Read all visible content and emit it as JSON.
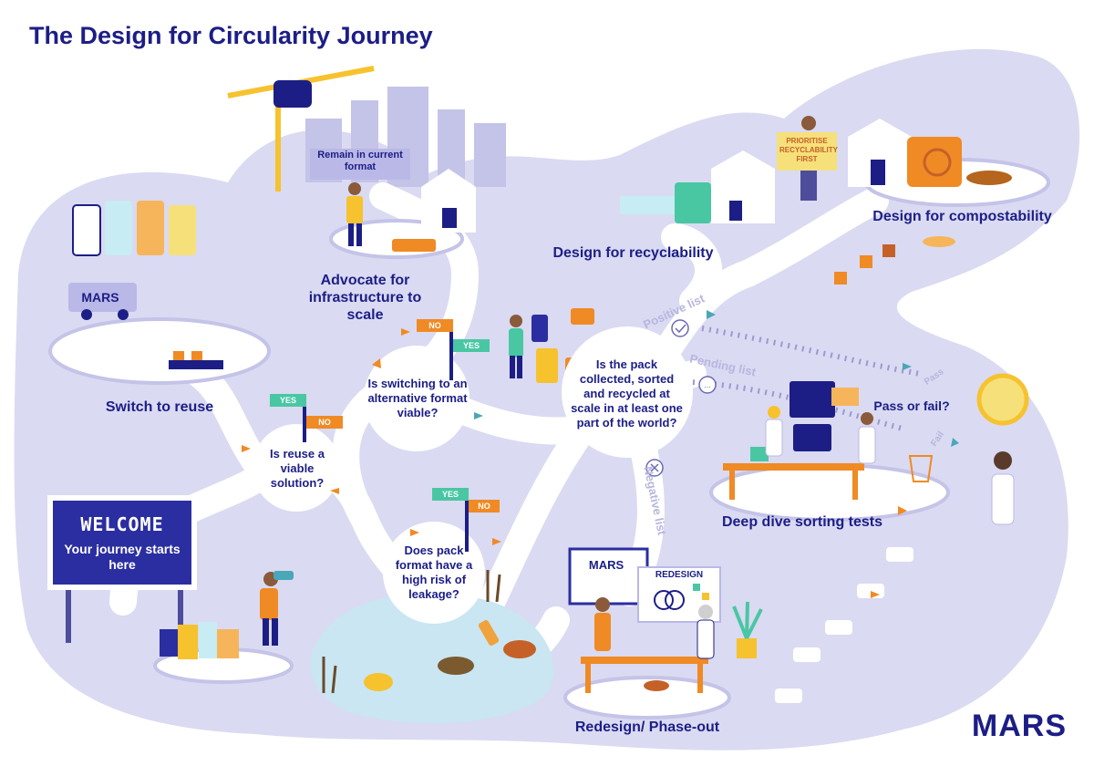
{
  "title": "The Design for Circularity Journey",
  "welcome": {
    "heading": "WELCOME",
    "subtitle": "Your journey starts here"
  },
  "stations": {
    "switch_to_reuse": "Switch to reuse",
    "advocate": "Advocate for infrastructure to scale",
    "remain": "Remain in current format",
    "design_recyclability": "Design for recyclability",
    "design_compostability": "Design for compostability",
    "deep_dive": "Deep dive sorting tests",
    "redesign_phaseout": "Redesign/ Phase-out"
  },
  "questions": {
    "reuse_viable": "Is reuse a viable solution?",
    "switching_viable": "Is switching to an alternative format viable?",
    "leakage": "Does pack format have a high risk of leakage?",
    "collected": "Is the pack collected, sorted and recycled at scale in at least one part of the world?",
    "pass_fail": "Pass or fail?"
  },
  "path_labels": {
    "positive": "Positive list",
    "pending": "Pending list",
    "negative": "Negative list",
    "pass": "Pass",
    "fail": "Fail"
  },
  "signs": {
    "yes": "YES",
    "no": "NO"
  },
  "misc": {
    "prioritise": "PRIORITISE RECYCLABILITY FIRST",
    "redesign_board": "REDESIGN",
    "truck_brand": "MARS",
    "board_brand": "MARS"
  },
  "logo": "MARS"
}
